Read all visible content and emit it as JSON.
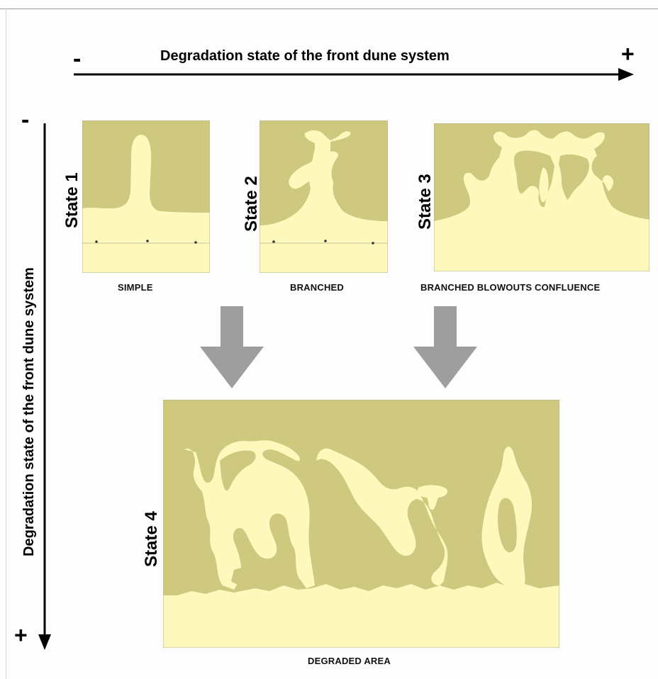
{
  "axes": {
    "horizontal": {
      "title": "Degradation state of the front dune system",
      "low": "-",
      "high": "+"
    },
    "vertical": {
      "title": "Degradation state of the front dune system",
      "low": "-",
      "high": "+"
    }
  },
  "states": [
    {
      "label": "State 1",
      "caption": "SIMPLE"
    },
    {
      "label": "State 2",
      "caption": "BRANCHED"
    },
    {
      "label": "State 3",
      "caption": "BRANCHED BLOWOUTS CONFLUENCE"
    },
    {
      "label": "State 4",
      "caption": "DEGRADED AREA"
    }
  ],
  "colors": {
    "vegetation": "#cfc97f",
    "sand": "#fdf9bd",
    "arrow": "#9e9e9e",
    "axis": "#000000"
  }
}
